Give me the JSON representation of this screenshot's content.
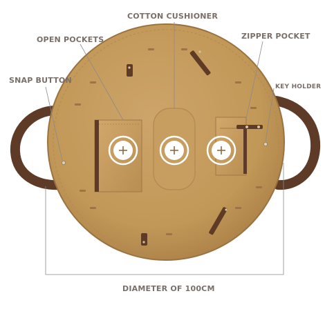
{
  "labels": {
    "cotton_cushioner": "COTTON CUSHIONER",
    "open_pockets": "OPEN POCKETS",
    "zipper_pocket": "ZIPPER POCKET",
    "snap_button": "SNAP BUTTON",
    "key_holder": "KEY HOLDER",
    "diameter": "DIAMETER OF 100CM"
  },
  "colors": {
    "canvas": "#c49a5e",
    "canvas_dark": "#a97f47",
    "strap": "#5e3b26",
    "label_text": "#7a6f68",
    "leader_line": "#8a8a8a"
  },
  "hotspots": [
    {
      "icon": "plus-icon"
    },
    {
      "icon": "plus-icon"
    },
    {
      "icon": "plus-icon"
    }
  ]
}
